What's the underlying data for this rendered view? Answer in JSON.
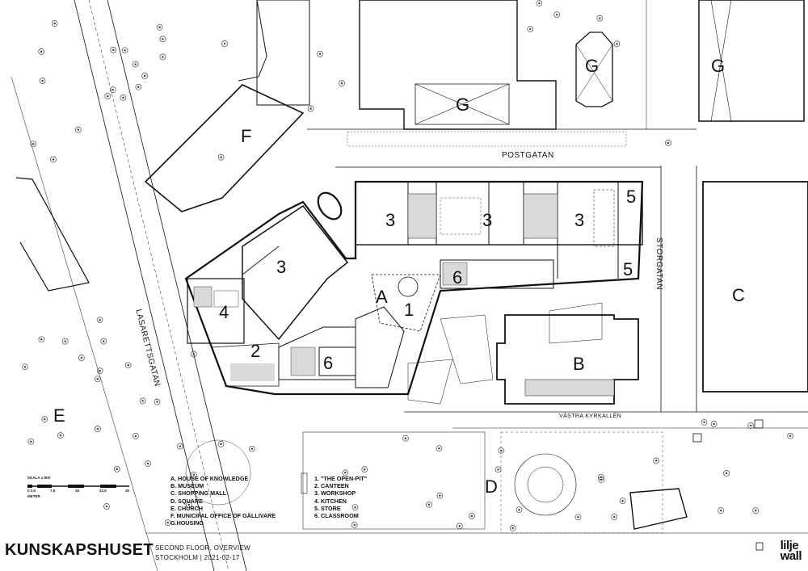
{
  "building_labels": {
    "A": "A",
    "B": "B",
    "C": "C",
    "D": "D",
    "E": "E",
    "F": "F",
    "G1": "G",
    "G2": "G",
    "G3": "G"
  },
  "room_labels": {
    "r1": "1",
    "r2": "2",
    "r3a": "3",
    "r3b": "3",
    "r3c": "3",
    "r3d": "3",
    "r4": "4",
    "r5a": "5",
    "r5b": "5",
    "r6a": "6",
    "r6b": "6"
  },
  "streets": {
    "postgatan": "POSTGATAN",
    "storgatan": "STORGATAN",
    "lasarettsgatan": "LASARETTSGATAN",
    "vastra_kyrkallen": "VÄSTRA KYRKALLÉN"
  },
  "legend_buildings": [
    "A. HOUSE OF KNOWLEDGE",
    "B. MUSEUM",
    "C. SHOPPING MALL",
    "D. SQUARE",
    "E. CHURCH",
    "F. MUNICIPAL OFFICE OF GÄLLIVARE",
    "G.HOUSING"
  ],
  "legend_rooms": [
    "1. \"THE OPEN-PIT\"",
    "2. CANTEEN",
    "3. WORKSHOP",
    "4. KITCHEN",
    "5. STORE",
    "6. CLASSROOM"
  ],
  "scale": {
    "title": "SKALA 1:500",
    "ticks": [
      "0 2,5",
      "7,5",
      "15",
      "22,5",
      "30"
    ],
    "unit": "METER"
  },
  "title_block": {
    "project": "KUNSKAPSHUSET",
    "drawing": "SECOND FLOOR, OVERVIEW",
    "place_date": "STOCKHOLM | 2021-02-17"
  },
  "logo": {
    "line1": "lilje",
    "line2": "wall"
  },
  "colors": {
    "ink": "#111111",
    "fill": "#d9d9d9",
    "tree": "#444444"
  }
}
